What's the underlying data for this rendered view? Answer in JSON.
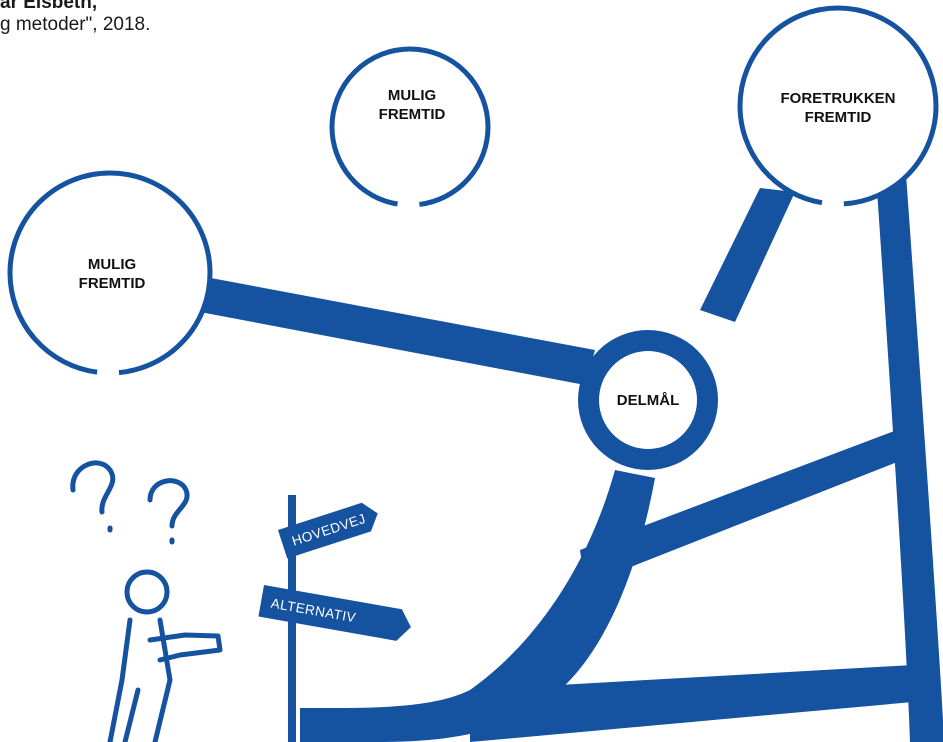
{
  "source_credit": {
    "line1": "ar Elsbeth,",
    "line2": "g metoder\", 2018."
  },
  "nodes": {
    "possible_future_top": [
      "MULIG",
      "FREMTID"
    ],
    "possible_future_left": [
      "MULIG",
      "FREMTID"
    ],
    "preferred_future": [
      "FORETRUKKEN",
      "FREMTID"
    ],
    "milestone": "DELMÅL"
  },
  "signpost": {
    "main_road": "HOVEDVEJ",
    "alternative": "ALTERNATIV"
  },
  "colors": {
    "road": "#15529f",
    "circle_outline": "#15529f",
    "text": "#111111",
    "background": "#ffffff"
  },
  "icons": [
    "confused-person-icon",
    "question-mark-icon",
    "signpost-icon"
  ]
}
